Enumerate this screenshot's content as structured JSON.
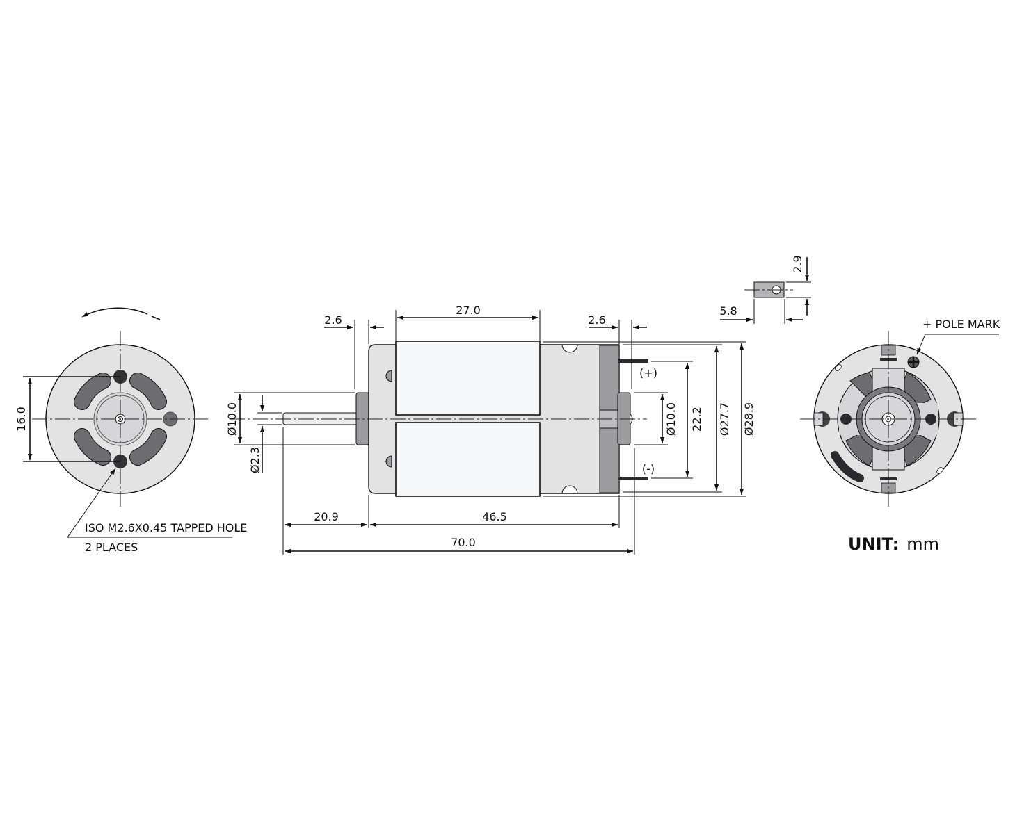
{
  "front_view": {
    "dim_mount_spacing": "16.0",
    "note_line1": "ISO M2.6X0.45 TAPPED HOLE",
    "note_line2": "2 PLACES"
  },
  "side_view": {
    "dim_front_boss_length": "2.6",
    "dim_magnet_length": "27.0",
    "dim_rear_boss_length": "2.6",
    "dim_front_boss_dia": "Ø10.0",
    "dim_shaft_dia": "Ø2.3",
    "dim_rear_boss_dia": "Ø10.0",
    "dim_terminal_spacing": "22.2",
    "dim_body_dia": "Ø27.7",
    "dim_max_dia": "Ø28.9",
    "terminal_plus": "(+)",
    "terminal_minus": "(-)",
    "dim_shaft_length": "20.9",
    "dim_body_length": "46.5",
    "dim_overall_length": "70.0"
  },
  "terminal_detail": {
    "dim_width": "5.8",
    "dim_thickness": "2.9"
  },
  "rear_view": {
    "pole_mark": "+ POLE MARK"
  },
  "unit": {
    "label": "UNIT:",
    "value": "mm"
  }
}
